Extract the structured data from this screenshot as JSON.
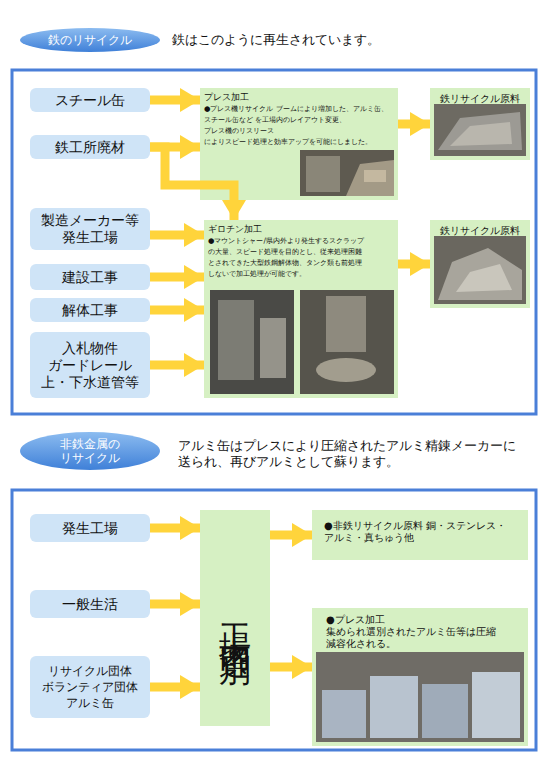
{
  "diagram": {
    "nodes": [
      {
        "text": [
          "鉄のリサイクル"
        ]
      },
      {
        "text": [
          "スチール缶"
        ]
      },
      {
        "text": [
          "鉄工所廃材"
        ]
      },
      {
        "text": [
          "プレス加工",
          "●プレス機リサイクル ブームにより増加した、アルミ缶、スチール缶など を工場内のレイアウト変更、プレス機のリスリース によりスピード処理と効率アップを可能にしました。"
        ]
      },
      {
        "text": [
          "鉄リサイクル原料"
        ]
      },
      {
        "text": [
          "製造メーカー等 発生工場"
        ]
      },
      {
        "text": [
          "建設工事"
        ]
      },
      {
        "text": [
          "解体工事"
        ]
      },
      {
        "text": [
          "入札物件 ガードレール 上・下水道管等"
        ]
      },
      {
        "text": [
          "ギロチン加工",
          "●マウントシャー/県内外より発生するスクラップ の大量、スピード処理を目的とし、従来処理困難 とされてきた大型鉄鋼解体物、タンク類も前処理 しないで加工処理が可能です。"
        ]
      },
      {
        "text": [
          "鉄リサイクル原料"
        ]
      },
      {
        "text": [
          "非鉄金属の リサイクル"
        ]
      },
      {
        "text": [
          "発生工場"
        ]
      },
      {
        "text": [
          "一般生活"
        ]
      },
      {
        "text": [
          "リサイクル団体 ボランティア団体 アルミ缶"
        ]
      },
      {
        "text": [
          "工場内選別"
        ]
      },
      {
        "text": [
          "●非鉄リサイクル原料 銅・ステンレス・アルミ・真ちゅう他"
        ]
      },
      {
        "text": [
          "●プレス加工 集められ選別されたアルミ缶等は圧縮 減容化される。"
        ]
      }
    ],
    "edges": [
      {
        "from": 1,
        "to": 3,
        "arrow": "to"
      },
      {
        "from": 2,
        "to": 3,
        "arrow": "to"
      },
      {
        "from": 2,
        "to": 9,
        "arrow": "to"
      },
      {
        "from": 5,
        "to": 9,
        "arrow": "to"
      },
      {
        "from": 6,
        "to": 9,
        "arrow": "to"
      },
      {
        "from": 7,
        "to": 9,
        "arrow": "to"
      },
      {
        "from": 8,
        "to": 9,
        "arrow": "to"
      },
      {
        "from": 3,
        "to": 4,
        "arrow": "to"
      },
      {
        "from": 9,
        "to": 10,
        "arrow": "to"
      },
      {
        "from": 12,
        "to": 15,
        "arrow": "to"
      },
      {
        "from": 13,
        "to": 15,
        "arrow": "to"
      },
      {
        "from": 14,
        "to": 15,
        "arrow": "to"
      },
      {
        "from": 15,
        "to": 16,
        "arrow": "to"
      },
      {
        "from": 15,
        "to": 17,
        "arrow": "to"
      }
    ],
    "labels": [
      "鉄はこのように再生されています。",
      "アルミ缶はプレスにより圧縮されたアルミ精錬メーカーに 送られ、再びアルミとして蘇ります。"
    ]
  }
}
